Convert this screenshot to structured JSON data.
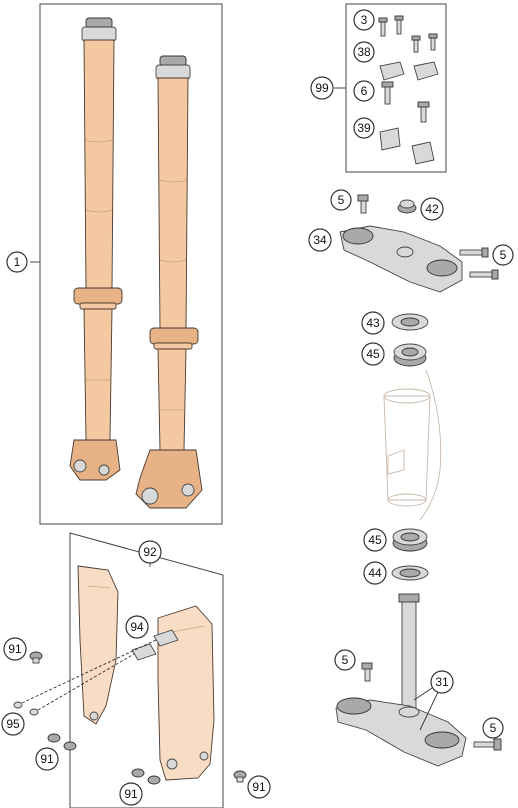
{
  "callouts": {
    "c1": "1",
    "c3": "3",
    "c38": "38",
    "c99": "99",
    "c6": "6",
    "c39": "39",
    "c5a": "5",
    "c42": "42",
    "c34": "34",
    "c5b": "5",
    "c43": "43",
    "c45a": "45",
    "c45b": "45",
    "c44": "44",
    "c92": "92",
    "c94": "94",
    "c91a": "91",
    "c95": "95",
    "c91b": "91",
    "c91c": "91",
    "c91d": "91",
    "c5c": "5",
    "c31": "31",
    "c5d": "5"
  },
  "colors": {
    "part_fill": "#f4c9a1",
    "metal_fill": "#d9d9d9",
    "line": "#333333"
  }
}
